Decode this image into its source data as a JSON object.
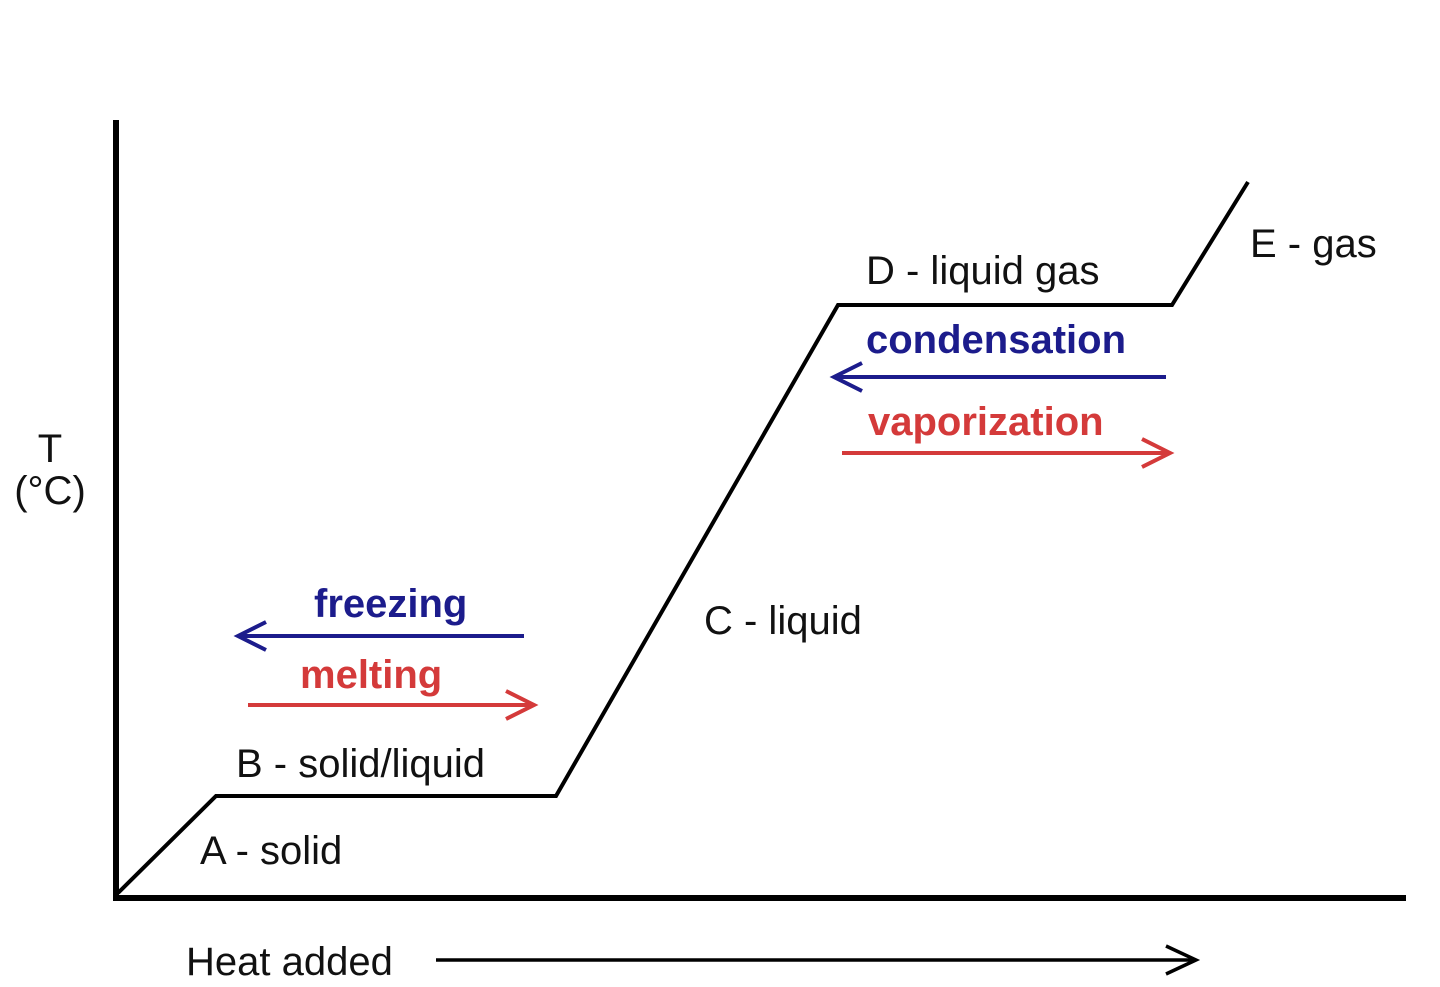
{
  "axes": {
    "y_label_line1": "T",
    "y_label_line2": "(°C)",
    "x_label": "Heat added"
  },
  "segments": {
    "a": "A - solid",
    "b": "B - solid/liquid",
    "c": "C - liquid",
    "d": "D - liquid gas",
    "e": "E - gas"
  },
  "transitions": {
    "freezing": "freezing",
    "melting": "melting",
    "condensation": "condensation",
    "vaporization": "vaporization"
  },
  "colors": {
    "line": "#000000",
    "cooling_arrow": "#1c1c8c",
    "heating_arrow": "#d43a3a"
  }
}
